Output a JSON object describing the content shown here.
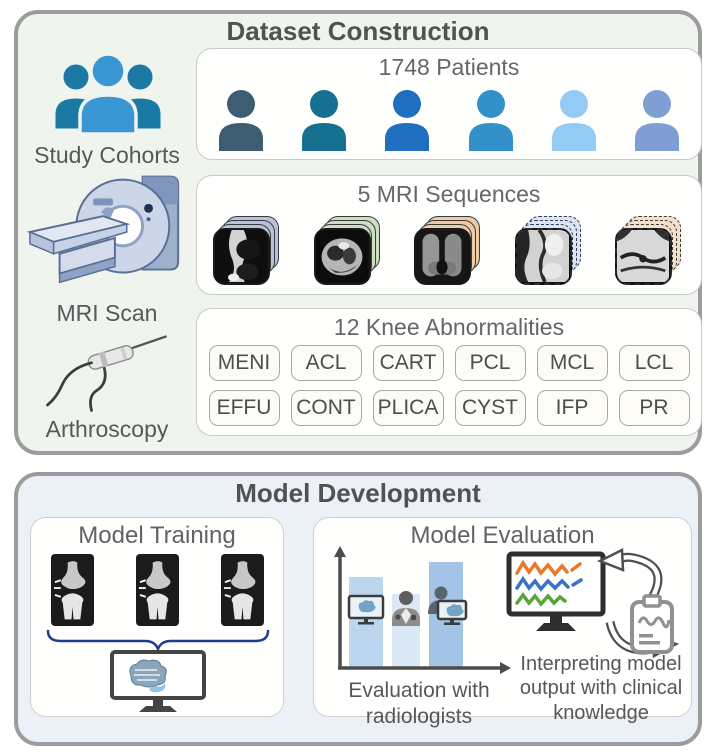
{
  "figure": {
    "dataset": {
      "title": "Dataset Construction",
      "cohorts": {
        "label": "Study Cohorts"
      },
      "mri": {
        "label": "MRI Scan"
      },
      "arthroscopy": {
        "label": "Arthroscopy"
      },
      "patients": {
        "title": "1748 Patients",
        "colors": [
          "#3e5c72",
          "#16708f",
          "#1f6ec0",
          "#3391c9",
          "#93cbf4",
          "#7f9ed3"
        ]
      },
      "sequences": {
        "title": "5 MRI Sequences",
        "stack_edge_colors": [
          "#b7c3da",
          "#ccdfc4",
          "#eccba6",
          "#dde4f2",
          "#f5e0ca"
        ],
        "stack_border_styles": [
          "solid",
          "solid",
          "solid",
          "dashed",
          "dashed"
        ]
      },
      "abnormalities": {
        "title": "12 Knee Abnormalities",
        "labels": [
          "MENI",
          "ACL",
          "CART",
          "PCL",
          "MCL",
          "LCL",
          "EFFU",
          "CONT",
          "PLICA",
          "CYST",
          "IFP",
          "PR"
        ]
      }
    },
    "model": {
      "title": "Model Development",
      "training": {
        "title": "Model Training"
      },
      "evaluation": {
        "title": "Model Evaluation",
        "caption": "Evaluation with radiologists",
        "interpretation_caption": "Interpreting model output with clinical knowledge",
        "bar_colors": [
          "#bcd6ef",
          "#dbe9f7",
          "#a3c4e6"
        ],
        "line_colors": {
          "orange": "#e8792a",
          "blue": "#3b72c6",
          "green": "#58a437"
        }
      }
    }
  }
}
